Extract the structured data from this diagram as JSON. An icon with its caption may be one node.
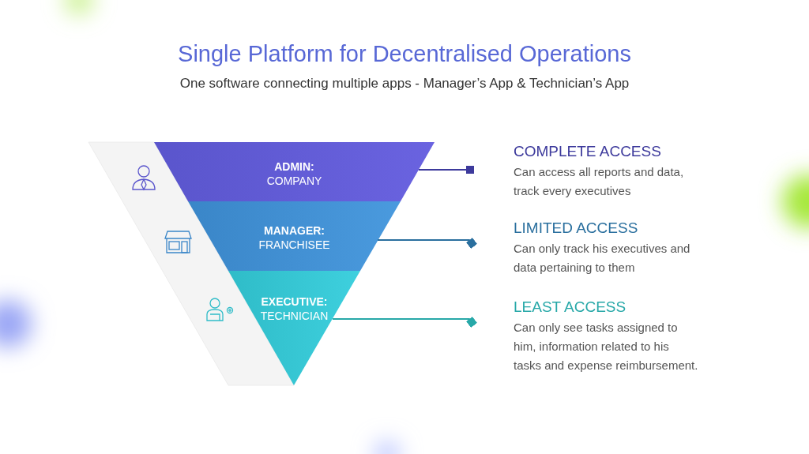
{
  "diagram": {
    "title": "Single Platform for Decentralised Operations",
    "nodes": [
      {
        "text": [
          "ADMIN:",
          "COMPANY"
        ]
      },
      {
        "text": [
          "MANAGER:",
          "FRANCHISEE"
        ]
      },
      {
        "text": [
          "EXECUTIVE:",
          "TECHNICIAN"
        ]
      },
      {
        "text": [
          "COMPLETE ACCESS",
          "Can access all reports and data, track every executives"
        ]
      },
      {
        "text": [
          "LIMITED ACCESS",
          "Can only track his executives and data pertaining to them"
        ]
      },
      {
        "text": [
          "LEAST ACCESS",
          "Can only see tasks assigned to him, information related to his tasks and expense reimbursement."
        ]
      }
    ],
    "edges": [
      {
        "from": 0,
        "to": 3,
        "arrow": "other",
        "color": "#3d3a9c"
      },
      {
        "from": 1,
        "to": 4,
        "arrow": "other",
        "color": "#2a6f9e"
      },
      {
        "from": 2,
        "to": 5,
        "arrow": "other",
        "color": "#27a8a8"
      }
    ],
    "labels": [
      "One software connecting multiple apps - Manager’s App & Technician’s App"
    ]
  }
}
